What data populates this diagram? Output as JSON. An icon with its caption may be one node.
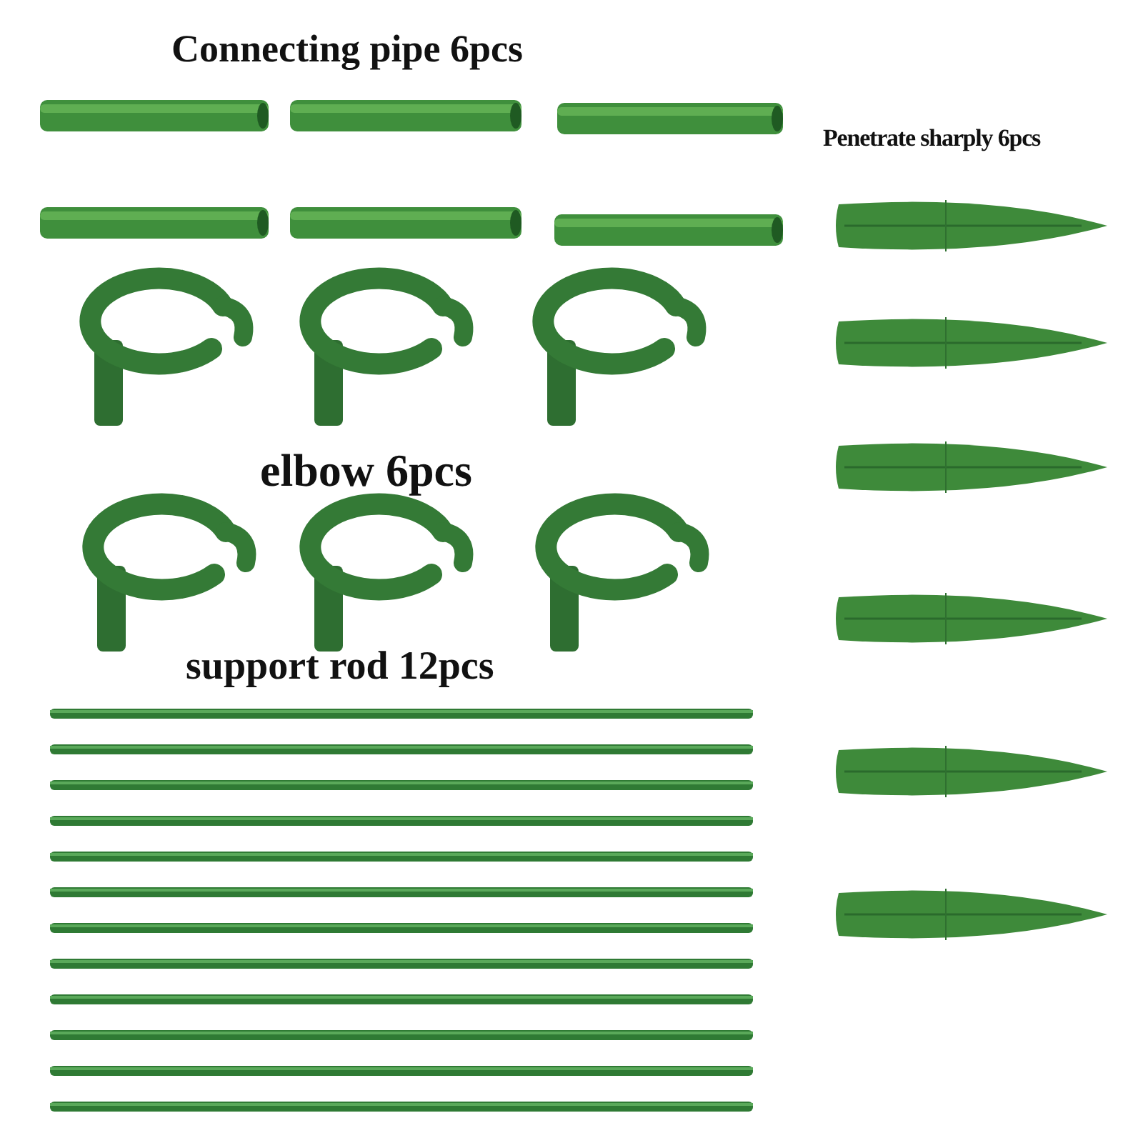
{
  "diagram": {
    "labels": [
      "Connecting pipe 6pcs",
      "Penetrate sharply 6pcs",
      "elbow 6pcs",
      "support rod 12pcs"
    ]
  }
}
